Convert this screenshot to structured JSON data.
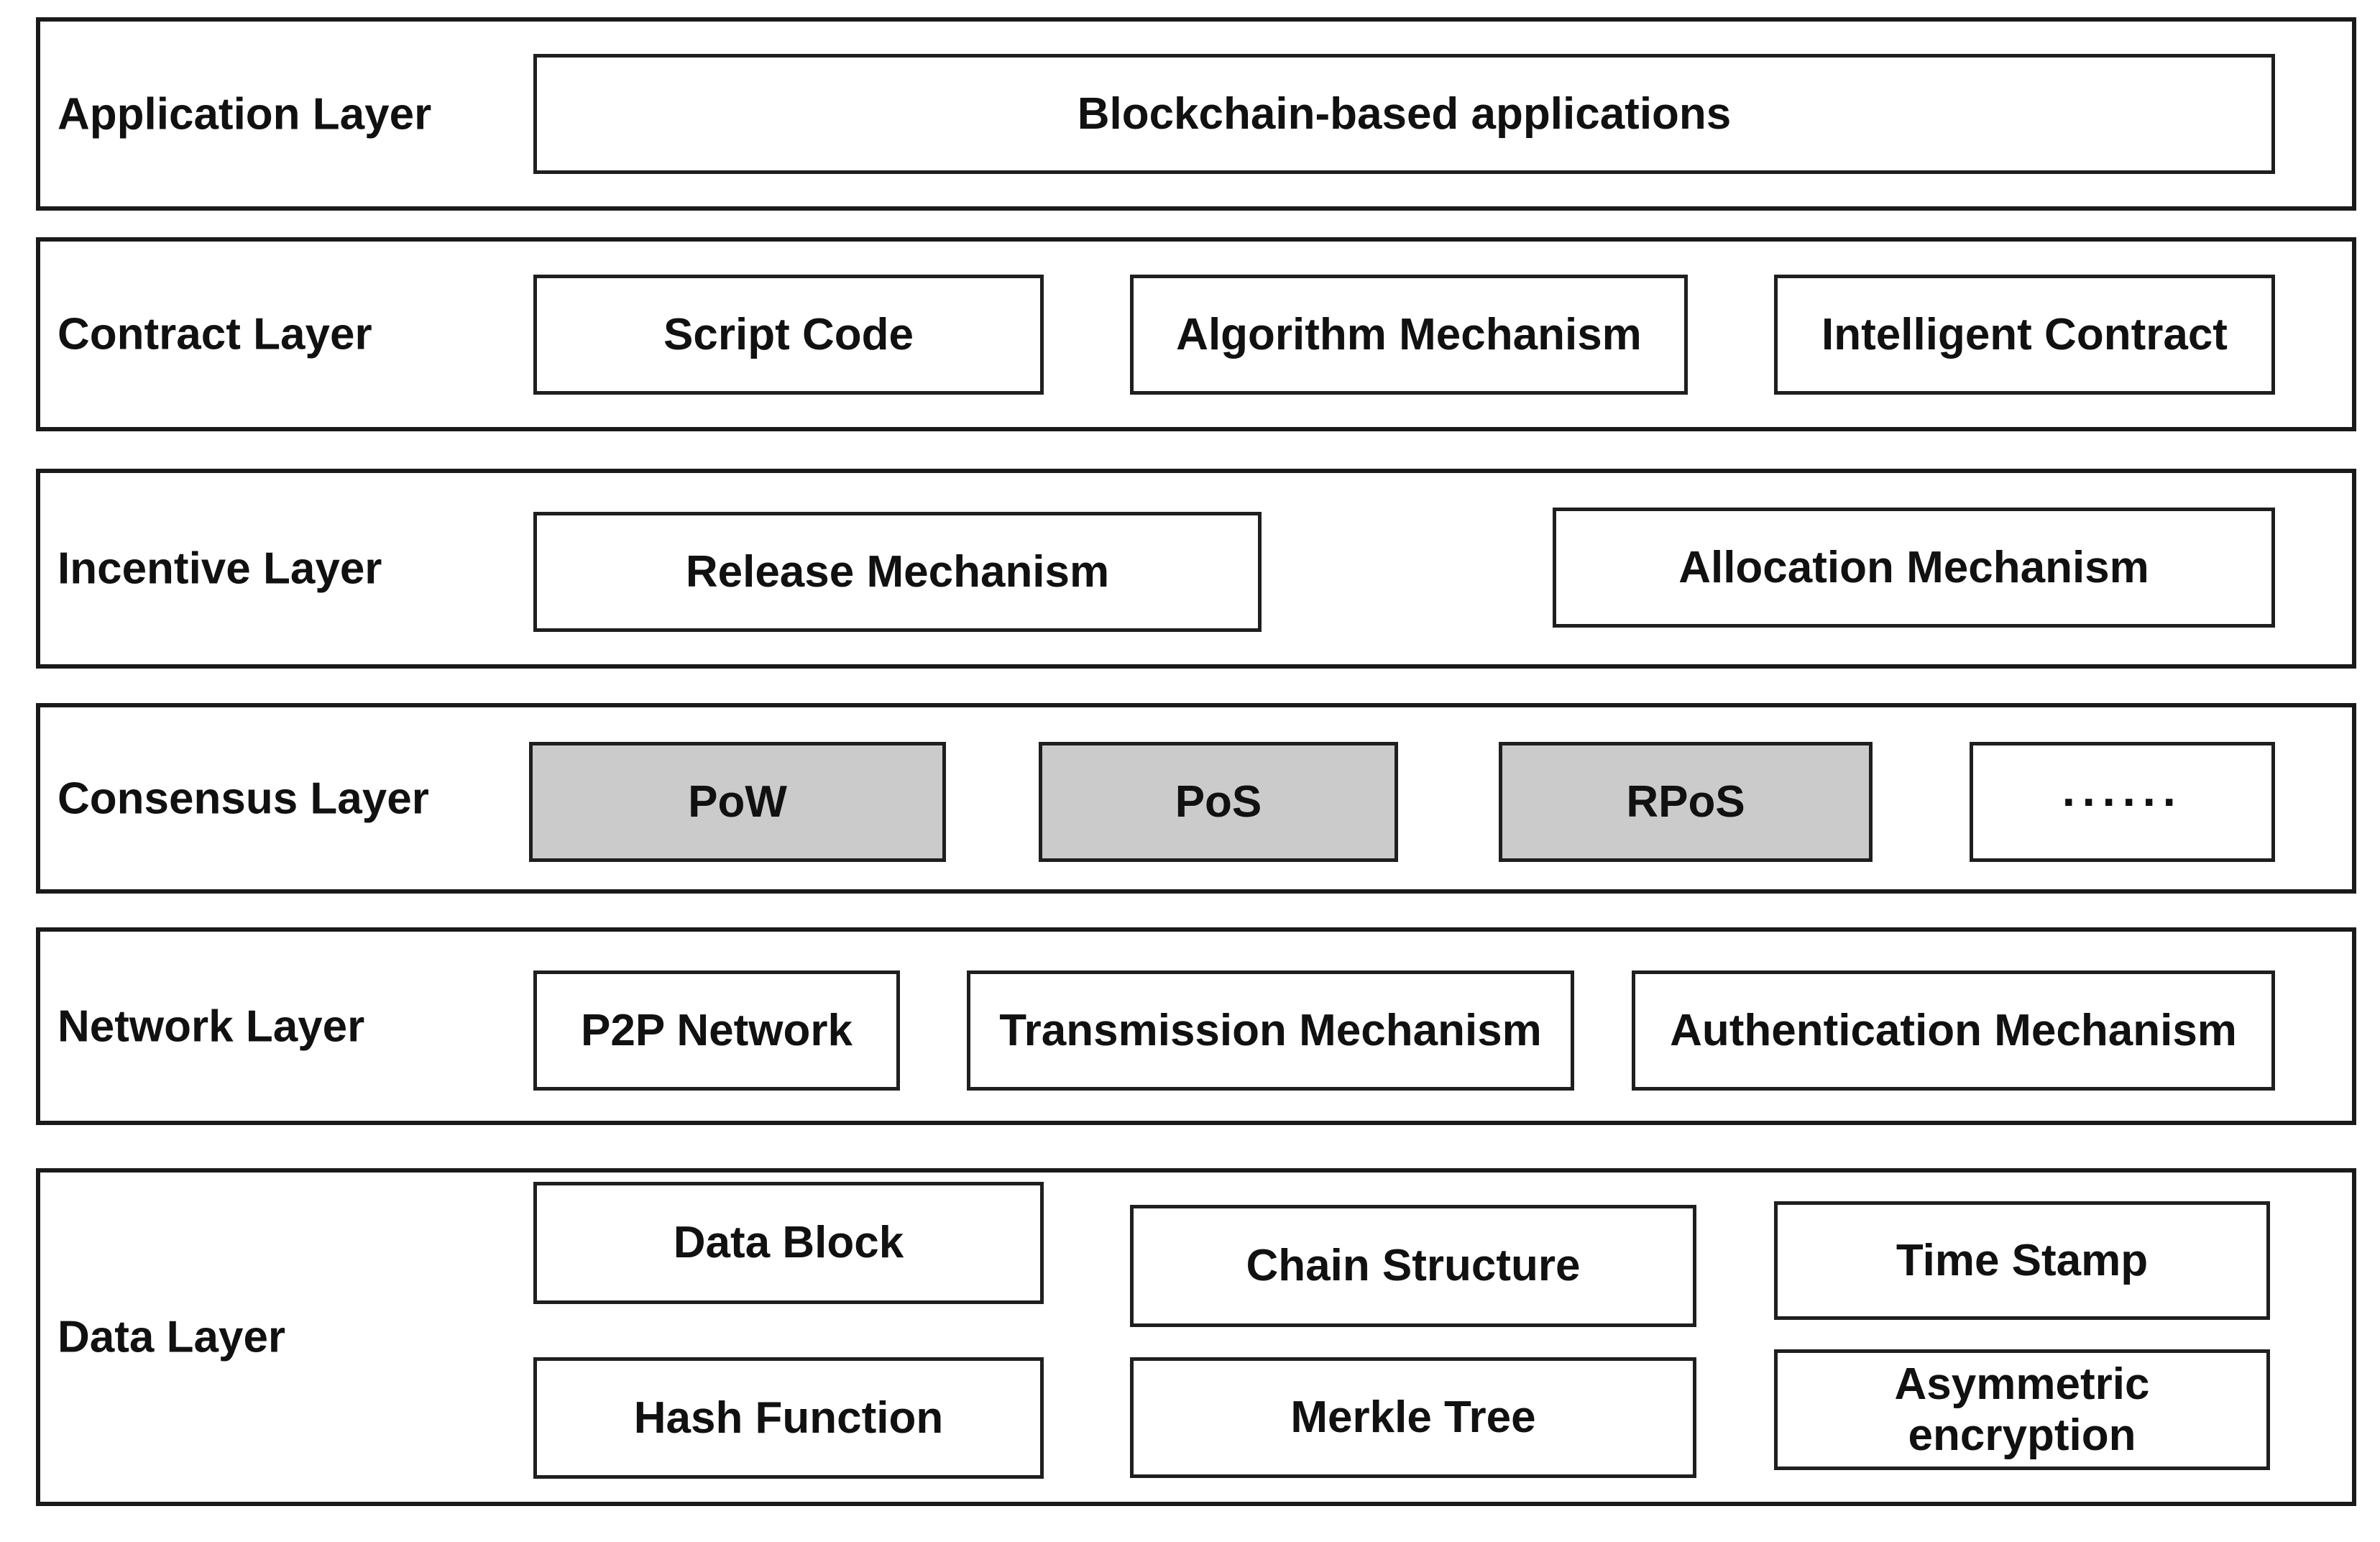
{
  "diagram": {
    "description": "Blockchain architecture layer diagram",
    "colors": {
      "border": "#1a1a1a",
      "highlight_fill": "#cbcbcb",
      "background": "#ffffff",
      "text": "#111111"
    },
    "layers": [
      {
        "label": "Application Layer",
        "boxes": [
          {
            "label": "Blockchain-based applications",
            "highlight": false
          }
        ]
      },
      {
        "label": "Contract Layer",
        "boxes": [
          {
            "label": "Script Code",
            "highlight": false
          },
          {
            "label": "Algorithm Mechanism",
            "highlight": false
          },
          {
            "label": "Intelligent Contract",
            "highlight": false
          }
        ]
      },
      {
        "label": "Incentive Layer",
        "boxes": [
          {
            "label": "Release Mechanism",
            "highlight": false
          },
          {
            "label": "Allocation Mechanism",
            "highlight": false
          }
        ]
      },
      {
        "label": "Consensus Layer",
        "boxes": [
          {
            "label": "PoW",
            "highlight": true
          },
          {
            "label": "PoS",
            "highlight": true
          },
          {
            "label": "RPoS",
            "highlight": true
          },
          {
            "label": "······",
            "highlight": false
          }
        ]
      },
      {
        "label": "Network Layer",
        "boxes": [
          {
            "label": "P2P Network",
            "highlight": false
          },
          {
            "label": "Transmission Mechanism",
            "highlight": false
          },
          {
            "label": "Authentication Mechanism",
            "highlight": false
          }
        ]
      },
      {
        "label": "Data Layer",
        "boxes": [
          {
            "label": "Data Block",
            "highlight": false
          },
          {
            "label": "Chain Structure",
            "highlight": false
          },
          {
            "label": "Time Stamp",
            "highlight": false
          },
          {
            "label": "Hash Function",
            "highlight": false
          },
          {
            "label": "Merkle Tree",
            "highlight": false
          },
          {
            "label": "Asymmetric encryption",
            "highlight": false
          }
        ]
      }
    ]
  }
}
